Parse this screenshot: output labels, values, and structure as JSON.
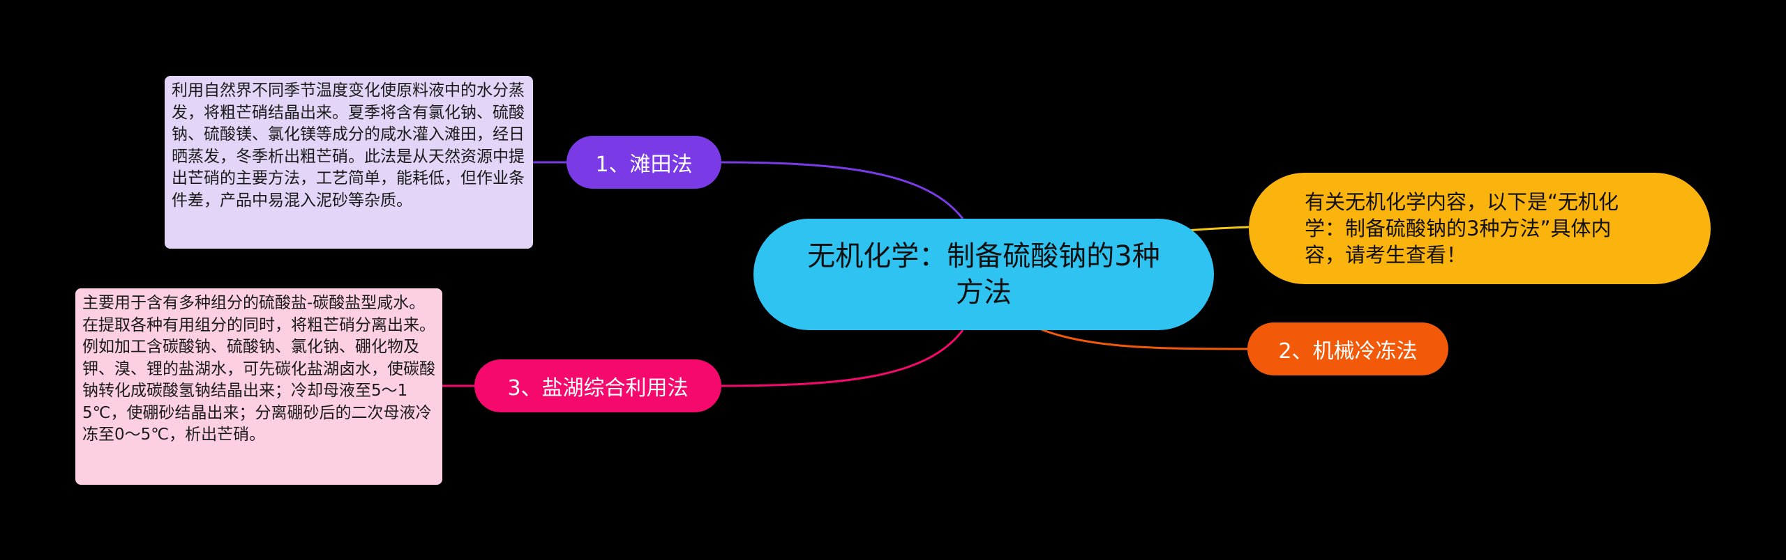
{
  "central": {
    "title": "无机化学：制备硫酸钠的3种方法"
  },
  "intro": {
    "text": "有关无机化学内容，以下是“无机化学：制备硫酸钠的3种方法”具体内容，请考生查看！"
  },
  "branches": [
    {
      "label": "1、滩田法",
      "color": "#7a3be6",
      "note": "利用自然界不同季节温度变化使原料液中的水分蒸发，将粗芒硝结晶出来。夏季将含有氯化钠、硫酸钠、硫酸镁、氯化镁等成分的咸水灌入滩田，经日晒蒸发，冬季析出粗芒硝。此法是从天然资源中提出芒硝的主要方法，工艺简单，能耗低，但作业条件差，产品中易混入泥砂等杂质。"
    },
    {
      "label": "2、机械冷冻法",
      "color": "#f25a0a"
    },
    {
      "label": "3、盐湖综合利用法",
      "color": "#f5096c",
      "note": "主要用于含有多种组分的硫酸盐-碳酸盐型咸水。在提取各种有用组分的同时，将粗芒硝分离出来。例如加工含碳酸钠、硫酸钠、氯化钠、硼化物及钾、溴、锂的盐湖水，可先碳化盐湖卤水，使碳酸钠转化成碳酸氢钠结晶出来；冷却母液至5～15℃，使硼砂结晶出来；分离硼砂后的二次母液冷冻至0～5℃，析出芒硝。"
    }
  ],
  "colors": {
    "central": "#2fc3f2",
    "intro": "#fbb40e",
    "intro_link": "#f5c518",
    "note1_bg": "#e3d5f7",
    "note3_bg": "#fcd0e2",
    "background": "#000000"
  }
}
